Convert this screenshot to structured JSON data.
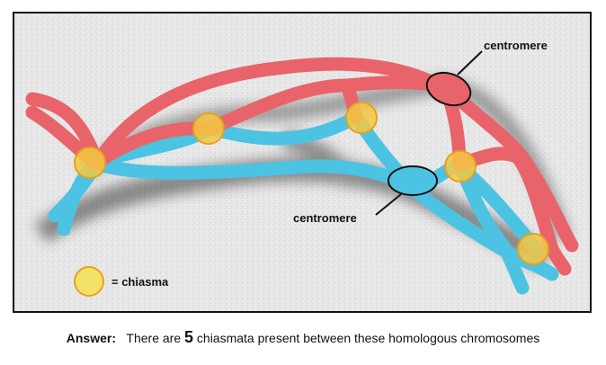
{
  "labels": {
    "centromere_top": "centromere",
    "centromere_bottom": "centromere",
    "legend_text": "= chiasma"
  },
  "caption": {
    "lead": "Answer:",
    "before_count": "There are",
    "count": "5",
    "after_count": "chiasmata present between these homologous chromosomes"
  },
  "colors": {
    "red_chromatid": "#e8646a",
    "blue_chromatid": "#4cc3e3",
    "chiasma_fill": "#f5c842",
    "background": "#e9e9e9",
    "frame": "#111111"
  },
  "icons": {
    "chiasma": "yellow-circle-icon",
    "centromere": "ellipse-outline-icon"
  }
}
